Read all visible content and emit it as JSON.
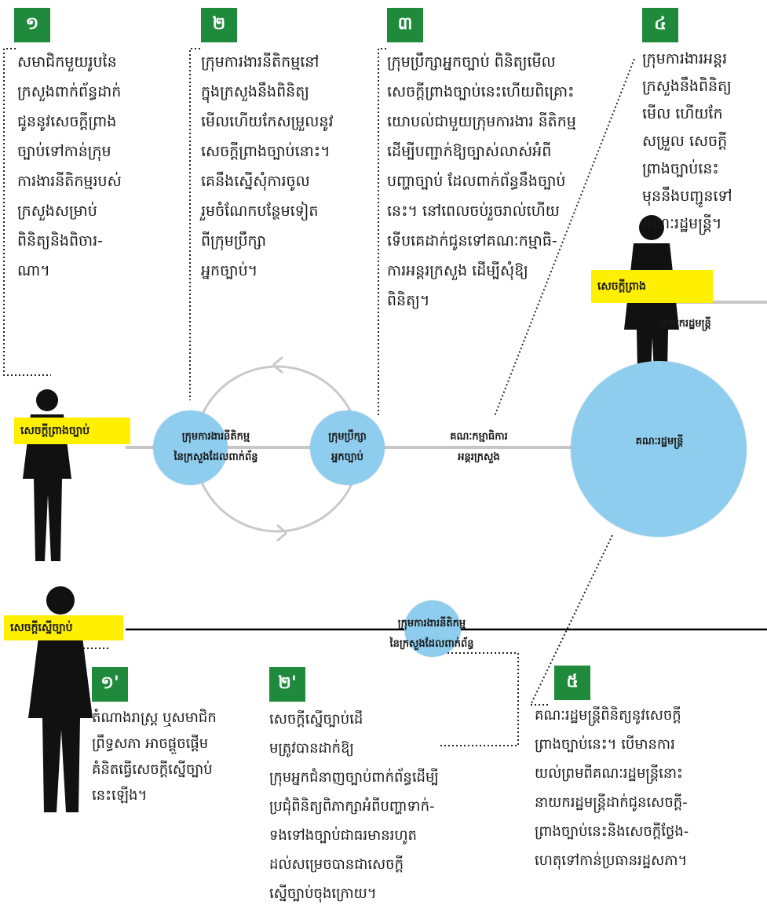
{
  "steps": {
    "s1": {
      "badge": "១",
      "text": "សមាជិកមួយរូបនៃ\nក្រសួងពាក់ព័ន្ធដាក់\nជូននូវសេចក្តីព្រាង\nច្បាប់ទៅកាន់ក្រុម\nការងារនីតិកម្មរបស់\nក្រសួងសម្រាប់\nពិនិត្យនិងពិចារ-\nណា។"
    },
    "s2": {
      "badge": "២",
      "text": "ក្រុមការងារនីតិកម្មនៅ\nក្នុងក្រសួងនឹងពិនិត្យ\nមើលហើយកែសម្រួលនូវ\nសេចក្តីព្រាងច្បាប់នោះ។\nគេនឹងស្នើសុំការចូល\nរួមចំណែកបន្ថែមទៀត\nពីក្រុមប្រឹក្សា\nអ្នកច្បាប់។"
    },
    "s3": {
      "badge": "៣",
      "text": "ក្រុមប្រឹក្សាអ្នកច្បាប់ ពិនិត្យមើល\nសេចក្តីព្រាងច្បាប់នេះហើយពិគ្រោះ\nយោបល់ជាមួយក្រុមការងារ នីតិកម្ម\nដើម្បីបញ្ជាក់ឱ្យច្បាស់លាស់អំពី\nបញ្ហាច្បាប់ ដែលពាក់ព័ន្ធនឹងច្បាប់\nនេះ។ នៅពេលចប់រួចរាល់ហើយ\nទើបគេដាក់ជូនទៅគណៈកម្មាធិ-\nការអន្តរក្រសួង ដើម្បីសុំឱ្យ\nពិនិត្យ។"
    },
    "s4": {
      "badge": "៤",
      "text": "ក្រុមការងារអន្តរ\nក្រសួងនឹងពិនិត្យ\nមើល ហើយកែ\nសម្រួល សេចក្តី\nព្រាងច្បាប់នេះ\nមុននឹងបញ្ជូនទៅ\nគណៈរដ្ឋមន្ត្រី។"
    },
    "s5": {
      "badge": "៥",
      "text": "គណៈរដ្ឋមន្ត្រីពិនិត្យនូវសេចក្តី\nព្រាងច្បាប់នេះ។ បើមានការ\nយល់ព្រមពីគណៈរដ្ឋមន្ត្រីនោះ\nនាយករដ្ឋមន្ត្រីដាក់ជូនសេចក្តី-\nព្រាងច្បាប់នេះនិងសេចក្តីថ្លែង-\nហេតុទៅកាន់ប្រធានរដ្ឋសភា។"
    },
    "s1b": {
      "badge": "១'",
      "text": "តំណាងរាស្ត្រ ឬសមាជិក\nព្រឹទ្ធសភា អាចផ្តួចផ្តើម\nគំនិតធ្វើសេចក្តីស្នើច្បាប់\nនេះឡើង។"
    },
    "s2b": {
      "badge": "២'",
      "text": "សេចក្តីស្នើច្បាប់ដើ\nមត្រូវបានដាក់ឱ្យ\nក្រុមអ្នកជំនាញច្បាប់ពាក់ព័ន្ធដើម្បី\nប្រជុំពិនិត្យពិភាក្សាអំពីបញ្ហាទាក់-\nទងទៅងច្បាប់ជាធរមានរហូត\nដល់សម្រេចបានជាសេចក្តី\nស្នើច្បាប់ចុងក្រោយ។"
    }
  },
  "nodes": {
    "ministry_team": "ក្រុមការងារនីតិកម្ម\nនៃក្រសួងដែលពាក់ព័ន្ធ",
    "legal_council": "ក្រុមប្រឹក្សា\nអ្នកច្បាប់",
    "interministerial": "គណៈកម្មាធិការ\nអន្តរក្រសួង",
    "council_ministers": "គណៈរដ្ឋមន្ត្រី",
    "ministry_team_bottom": "ក្រុមការងារនីតិកម្ម\nនៃក្រសួងដែលពាក់ព័ន្ធ"
  },
  "tags": {
    "draft_law": "សេចក្តីព្រាងច្បាប់",
    "draft": "សេចក្តីព្រាង",
    "prime_minister": "នាយករដ្ឋមន្ត្រី",
    "law_proposal": "សេចក្តីស្នើច្បាប់"
  },
  "colors": {
    "badge": "#1f8a3c",
    "node": "#8fcdee",
    "tag": "#ffef00"
  }
}
